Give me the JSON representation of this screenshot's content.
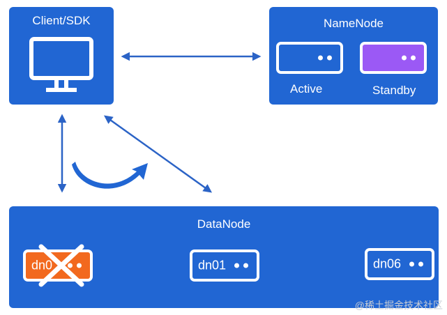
{
  "client": {
    "title": "Client/SDK"
  },
  "namenode": {
    "title": "NameNode",
    "active_label": "Active",
    "standby_label": "Standby"
  },
  "datanode": {
    "title": "DataNode",
    "nodes": [
      {
        "label": "dn0",
        "status": "failed",
        "color": "#f2691e"
      },
      {
        "label": "dn01",
        "status": "ok",
        "color": "#2166d3"
      },
      {
        "label": "dn06",
        "status": "ok",
        "color": "#2166d3"
      }
    ]
  },
  "colors": {
    "box": "#2166d3",
    "arrow": "#2b63c6",
    "standby": "#9b59f5",
    "failed": "#f2691e"
  },
  "watermark": "@稀土掘金技术社区"
}
